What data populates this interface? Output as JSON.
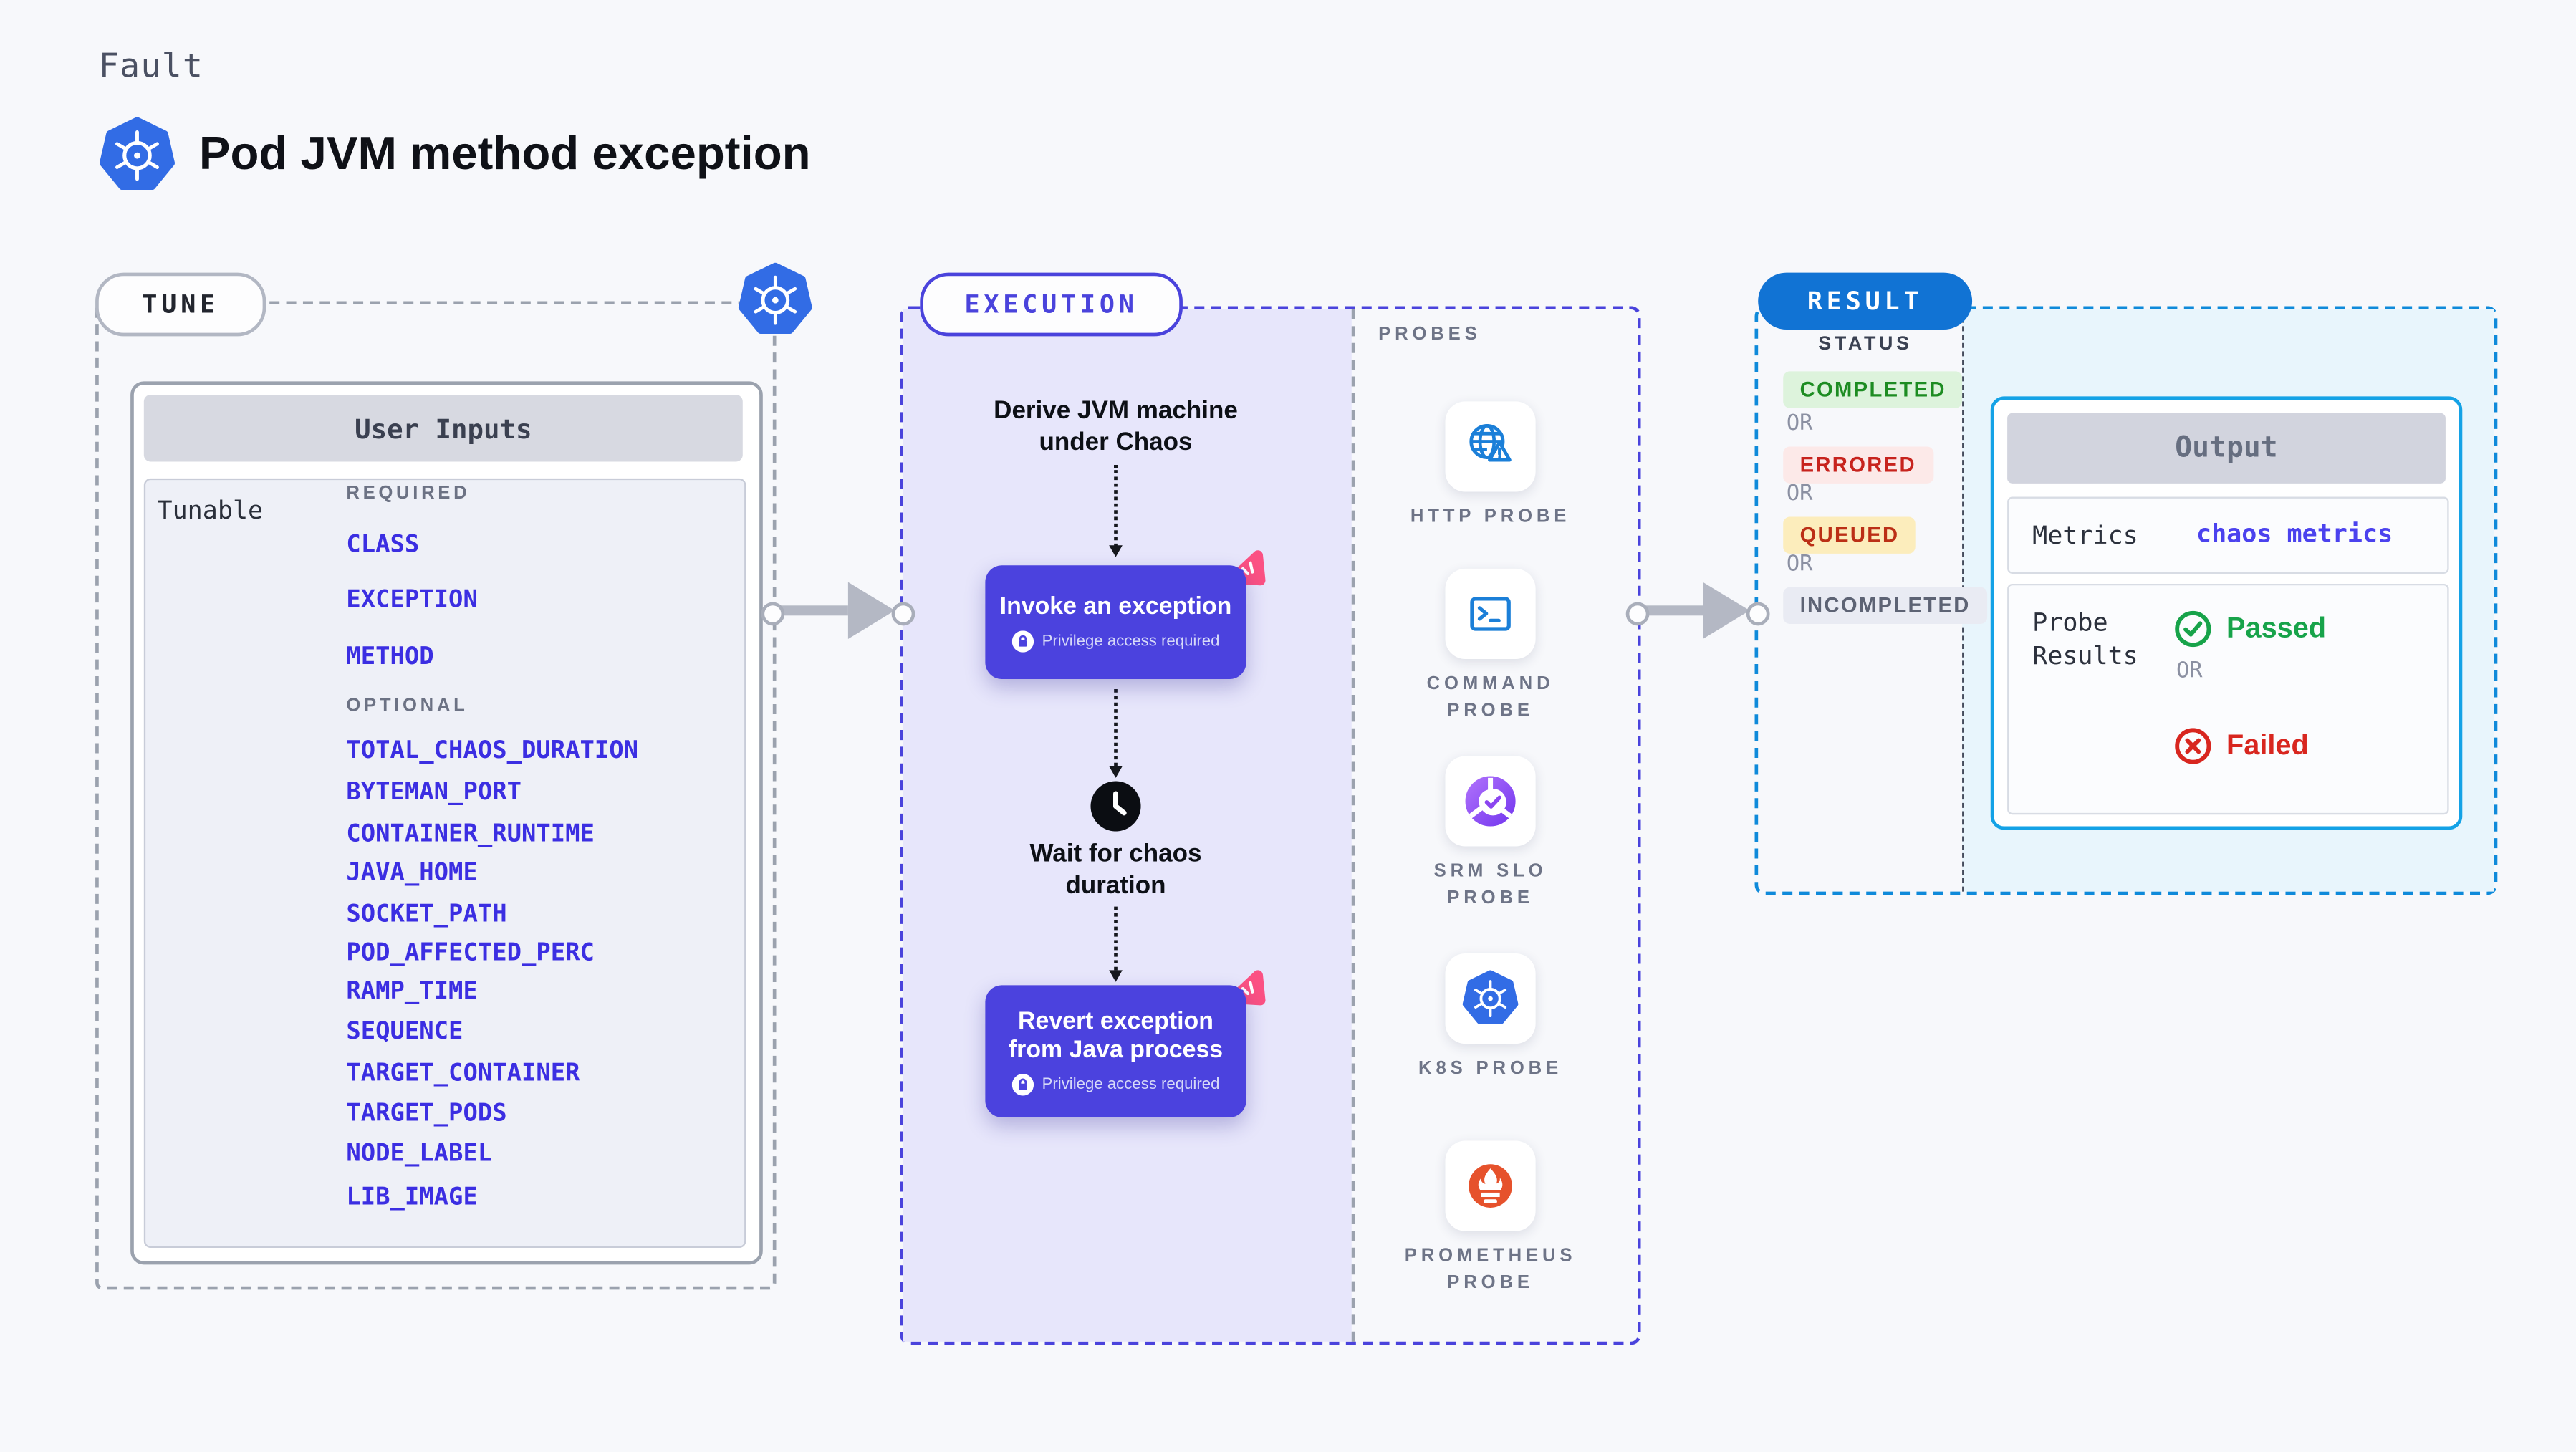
{
  "page": {
    "kind_label": "Fault",
    "title": "Pod JVM method exception"
  },
  "tune": {
    "badge": "TUNE",
    "card_header": "User Inputs",
    "row_label": "Tunable",
    "required_label": "REQUIRED",
    "optional_label": "OPTIONAL",
    "required": [
      "CLASS",
      "EXCEPTION",
      "METHOD"
    ],
    "optional": [
      "TOTAL_CHAOS_DURATION",
      "BYTEMAN_PORT",
      "CONTAINER_RUNTIME",
      "JAVA_HOME",
      "SOCKET_PATH",
      "POD_AFFECTED_PERC",
      "RAMP_TIME",
      "SEQUENCE",
      "TARGET_CONTAINER",
      "TARGET_PODS",
      "NODE_LABEL",
      "LIB_IMAGE"
    ]
  },
  "execution": {
    "badge": "EXECUTION",
    "derive_line1": "Derive JVM machine",
    "derive_line2": "under Chaos",
    "invoke_title": "Invoke an exception",
    "privilege": "Privilege access required",
    "wait_line1": "Wait for chaos",
    "wait_line2": "duration",
    "revert_line1": "Revert exception",
    "revert_line2": "from Java process"
  },
  "probes": {
    "label": "PROBES",
    "items": [
      {
        "name": "http-probe",
        "lines": [
          "HTTP PROBE"
        ]
      },
      {
        "name": "command-probe",
        "lines": [
          "COMMAND",
          "PROBE"
        ]
      },
      {
        "name": "srm-slo-probe",
        "lines": [
          "SRM SLO",
          "PROBE"
        ]
      },
      {
        "name": "k8s-probe",
        "lines": [
          "K8S PROBE"
        ]
      },
      {
        "name": "prometheus-probe",
        "lines": [
          "PROMETHEUS",
          "PROBE"
        ]
      }
    ]
  },
  "result": {
    "badge": "RESULT",
    "status_label": "STATUS",
    "or_label": "OR",
    "statuses": [
      "COMPLETED",
      "ERRORED",
      "QUEUED",
      "INCOMPLETED"
    ],
    "output": {
      "header": "Output",
      "metrics_label": "Metrics",
      "metrics_link": "chaos metrics",
      "probe_results_line1": "Probe",
      "probe_results_line2": "Results",
      "passed": "Passed",
      "failed": "Failed"
    }
  },
  "colors": {
    "accent_indigo": "#4b42de",
    "execution_dash": "#4a43dc",
    "tune_dash": "#9ba2ae",
    "result_dash": "#0f8ada",
    "result_badge_blue": "#1173d4",
    "output_border_cyan": "#14a2e6",
    "param_link_blue": "#3b2ee2",
    "metrics_link_blue": "#4b42ee",
    "passed_green": "#17a34a",
    "failed_red": "#d8261f",
    "completed_bg": "#ddf3dc",
    "errored_bg": "#fce9e8",
    "queued_bg": "#fcedbc",
    "incompleted_bg": "#e9ebf3",
    "pink_decoration": "#fb5183",
    "kubernetes_blue": "#326ce5",
    "prometheus_orange": "#e6522c",
    "purple_panel": "#e7e6fb",
    "blue_panel": "#e8f5fc"
  }
}
